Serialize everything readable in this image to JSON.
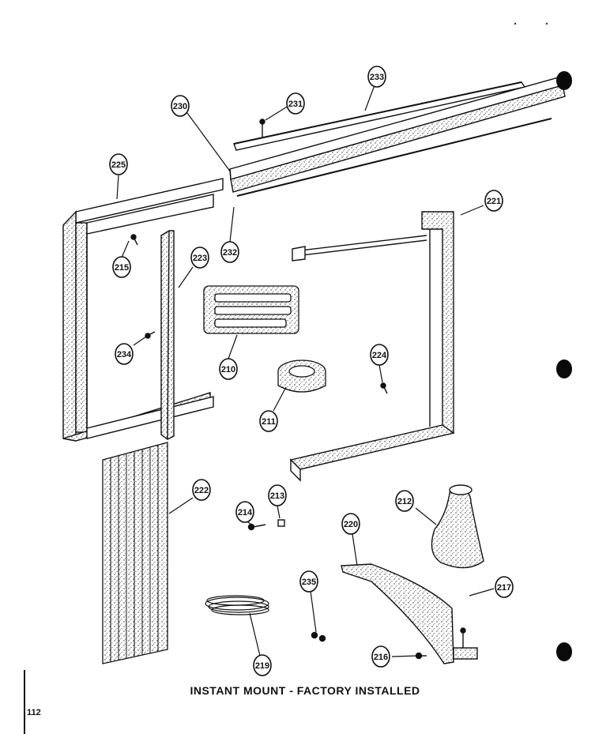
{
  "caption": "INSTANT MOUNT - FACTORY INSTALLED",
  "page_number": "112",
  "callouts": [
    {
      "id": "p230",
      "number": "230"
    },
    {
      "id": "p231",
      "number": "231"
    },
    {
      "id": "p233",
      "number": "233"
    },
    {
      "id": "p225",
      "number": "225"
    },
    {
      "id": "p221",
      "number": "221"
    },
    {
      "id": "p215",
      "number": "215"
    },
    {
      "id": "p232",
      "number": "232"
    },
    {
      "id": "p223",
      "number": "223"
    },
    {
      "id": "p234",
      "number": "234"
    },
    {
      "id": "p210",
      "number": "210"
    },
    {
      "id": "p224",
      "number": "224"
    },
    {
      "id": "p211",
      "number": "211"
    },
    {
      "id": "p222",
      "number": "222"
    },
    {
      "id": "p213",
      "number": "213"
    },
    {
      "id": "p214",
      "number": "214"
    },
    {
      "id": "p212",
      "number": "212"
    },
    {
      "id": "p220",
      "number": "220"
    },
    {
      "id": "p235",
      "number": "235"
    },
    {
      "id": "p217",
      "number": "217"
    },
    {
      "id": "p216",
      "number": "216"
    },
    {
      "id": "p219",
      "number": "219"
    }
  ]
}
